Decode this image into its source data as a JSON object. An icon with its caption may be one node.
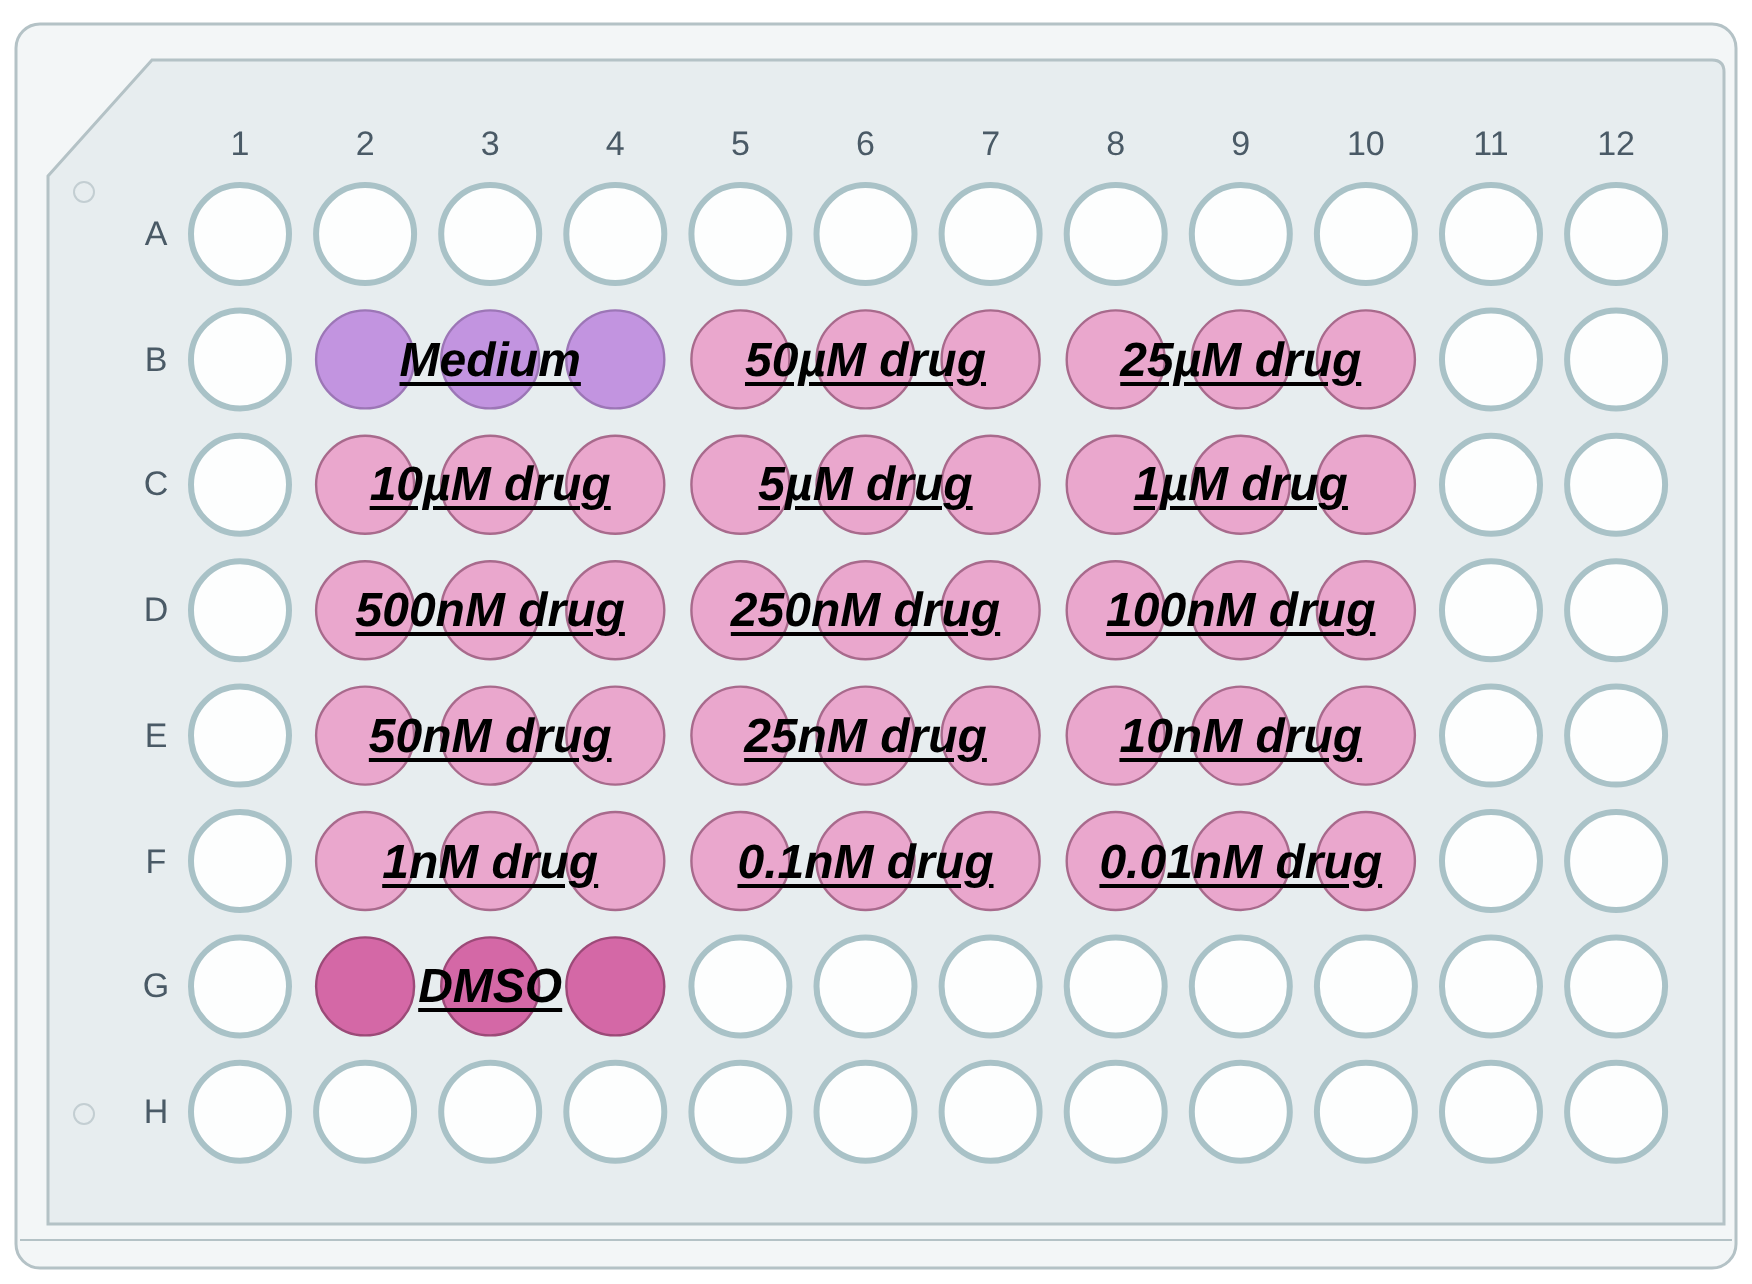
{
  "diagram": {
    "labels": [
      "1",
      "2",
      "3",
      "4",
      "5",
      "6",
      "7",
      "8",
      "9",
      "10",
      "11",
      "12",
      "A",
      "B",
      "C",
      "D",
      "E",
      "F",
      "G",
      "H",
      "Medium",
      "50µM drug",
      "25µM drug",
      "10µM drug",
      "5µM drug",
      "1µM drug",
      "500nM drug",
      "250nM drug",
      "100nM drug",
      "50nM drug",
      "25nM drug",
      "10nM drug",
      "1nM drug",
      "0.1nM drug",
      "0.01nM drug",
      "DMSO"
    ]
  }
}
